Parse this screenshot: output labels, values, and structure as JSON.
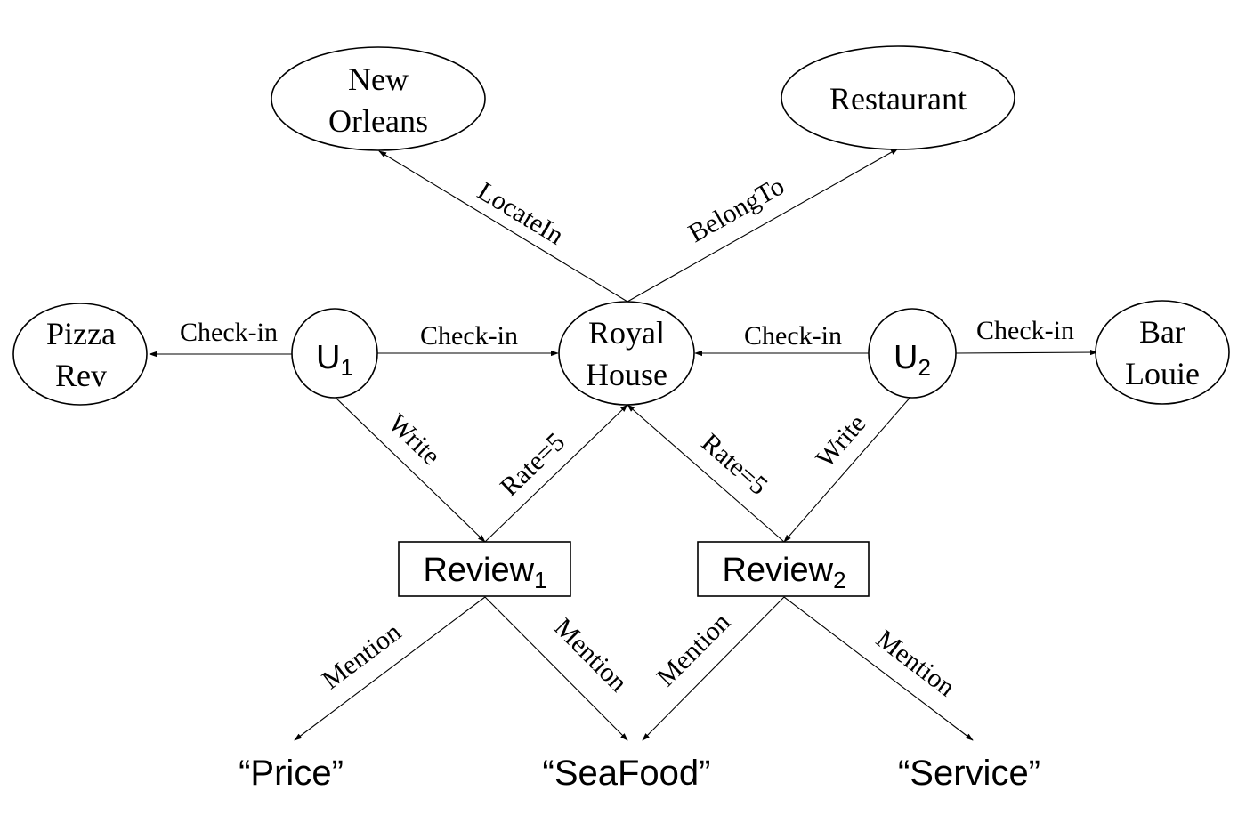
{
  "nodes": {
    "new_orleans": {
      "line1": "New",
      "line2": "Orleans"
    },
    "restaurant": {
      "label": "Restaurant"
    },
    "pizza_rev": {
      "line1": "Pizza",
      "line2": "Rev"
    },
    "u1": {
      "base": "U",
      "sub": "1"
    },
    "royal_house": {
      "line1": "Royal",
      "line2": "House"
    },
    "u2": {
      "base": "U",
      "sub": "2"
    },
    "bar_louie": {
      "line1": "Bar",
      "line2": "Louie"
    },
    "review1": {
      "base": "Review",
      "sub": "1"
    },
    "review2": {
      "base": "Review",
      "sub": "2"
    },
    "price": {
      "label": "“Price”"
    },
    "seafood": {
      "label": "“SeaFood”"
    },
    "service": {
      "label": "“Service”"
    }
  },
  "edges": {
    "locate_in": "LocateIn",
    "belong_to": "BelongTo",
    "u1_pizza_checkin": "Check-in",
    "u1_royal_checkin": "Check-in",
    "u2_royal_checkin": "Check-in",
    "u2_bar_checkin": "Check-in",
    "u1_write": "Write",
    "u2_write": "Write",
    "review1_rate": "Rate=5",
    "review2_rate": "Rate=5",
    "review1_mention_price": "Mention",
    "review1_mention_seafood": "Mention",
    "review2_mention_seafood": "Mention",
    "review2_mention_service": "Mention"
  }
}
